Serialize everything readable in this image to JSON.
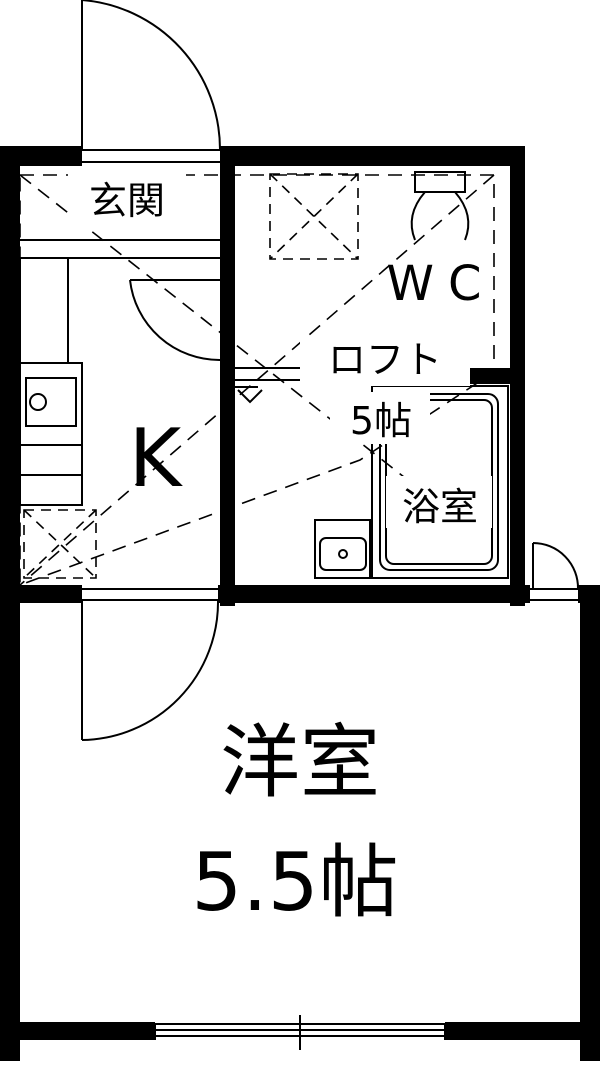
{
  "rooms": {
    "entrance": "玄関",
    "wc": "WC",
    "kitchen": "K",
    "loft_name": "ロフト",
    "loft_size": "5帖",
    "bath": "浴室",
    "western_name": "洋室",
    "western_size": "5.5帖"
  },
  "colors": {
    "wall": "#000000",
    "background": "#ffffff"
  }
}
